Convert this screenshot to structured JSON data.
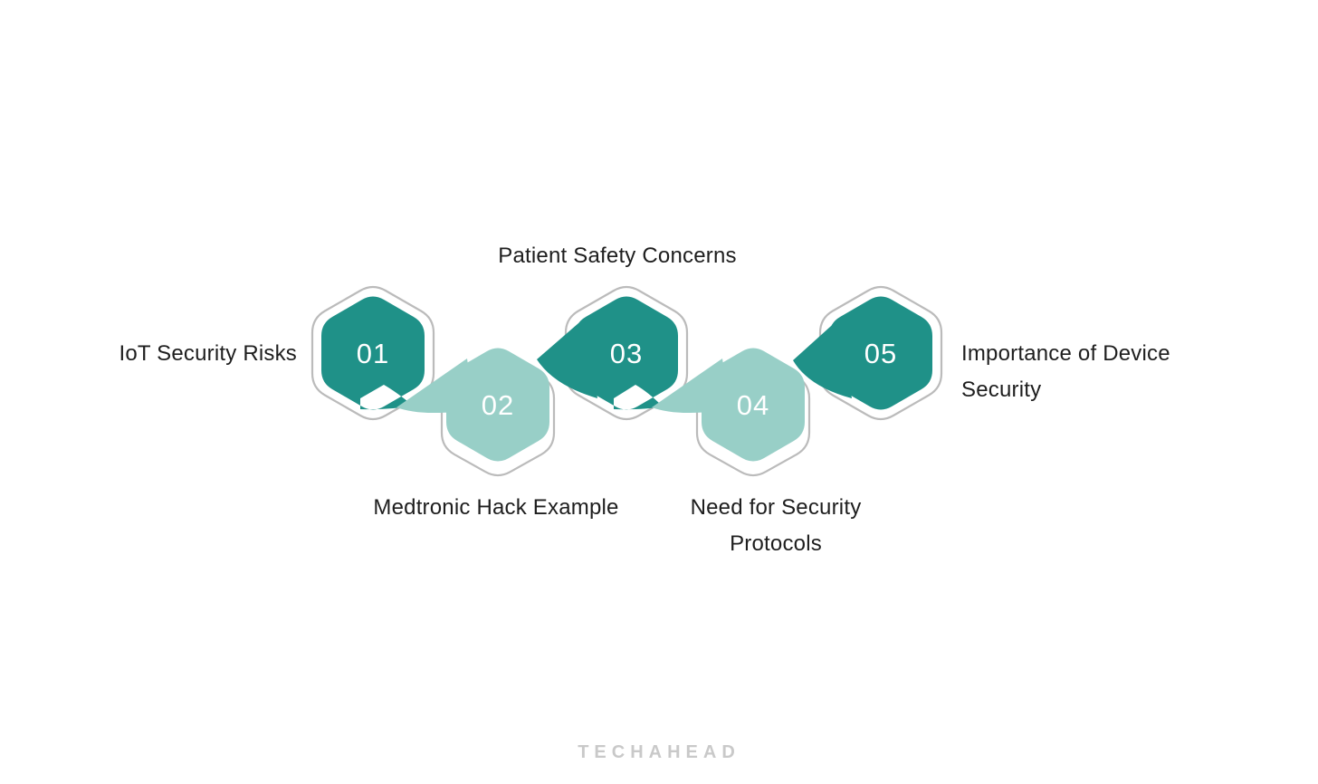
{
  "diagram": {
    "steps": [
      {
        "number": "01",
        "label": "IoT Security Risks",
        "tone": "dark",
        "label_position": "left"
      },
      {
        "number": "02",
        "label": "Medtronic Hack Example",
        "tone": "light",
        "label_position": "bottom"
      },
      {
        "number": "03",
        "label": "Patient Safety Concerns",
        "tone": "dark",
        "label_position": "top"
      },
      {
        "number": "04",
        "label": "Need for Security Protocols",
        "tone": "light",
        "label_position": "bottom"
      },
      {
        "number": "05",
        "label": "Importance of Device Security",
        "tone": "dark",
        "label_position": "right"
      }
    ],
    "colors": {
      "dark_teal": "#1F9188",
      "light_teal": "#98CFC7",
      "outline_gray": "#BBBBBB",
      "label_text": "#1E1E1E",
      "number_text": "#FFFFFF",
      "watermark": "#C9C9C9"
    },
    "watermark": "TECHAHEAD"
  }
}
